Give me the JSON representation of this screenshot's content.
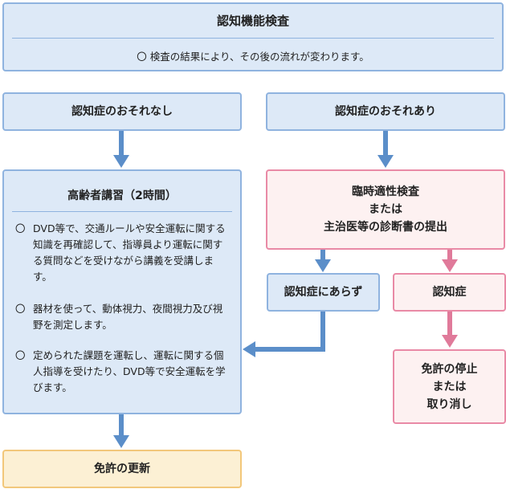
{
  "header": {
    "title": "認知機能検査",
    "note_mark": "〇",
    "note": "検査の結果により、その後の流れが変わります。"
  },
  "left": {
    "risk_none": "認知症のおそれなし",
    "lecture": {
      "title": "高齢者講習（2時間）",
      "items": [
        {
          "mark": "〇",
          "text": "DVD等で、交通ルールや安全運転に関する知識を再確認して、指導員より運転に関する質問などを受けながら講義を受講します。"
        },
        {
          "mark": "〇",
          "text": "器材を使って、動体視力、夜間視力及び視野を測定します。"
        },
        {
          "mark": "〇",
          "text": "定められた課題を運転し、運転に関する個人指導を受けたり、DVD等で安全運転を学びます。"
        }
      ]
    },
    "renewal": "免許の更新"
  },
  "right": {
    "risk_present": "認知症のおそれあり",
    "exam": [
      "臨時適性検査",
      "または",
      "主治医等の診断書の提出"
    ],
    "not_dementia": "認知症にあらず",
    "dementia": "認知症",
    "outcome": [
      "免許の停止",
      "または",
      "取り消し"
    ]
  },
  "colors": {
    "blue_arrow": "#5b8ec9",
    "pink_arrow": "#e07a9a",
    "blue_fill": "#dde9f7",
    "pink_fill": "#fdf1f1",
    "yellow_fill": "#fcf0d4"
  }
}
